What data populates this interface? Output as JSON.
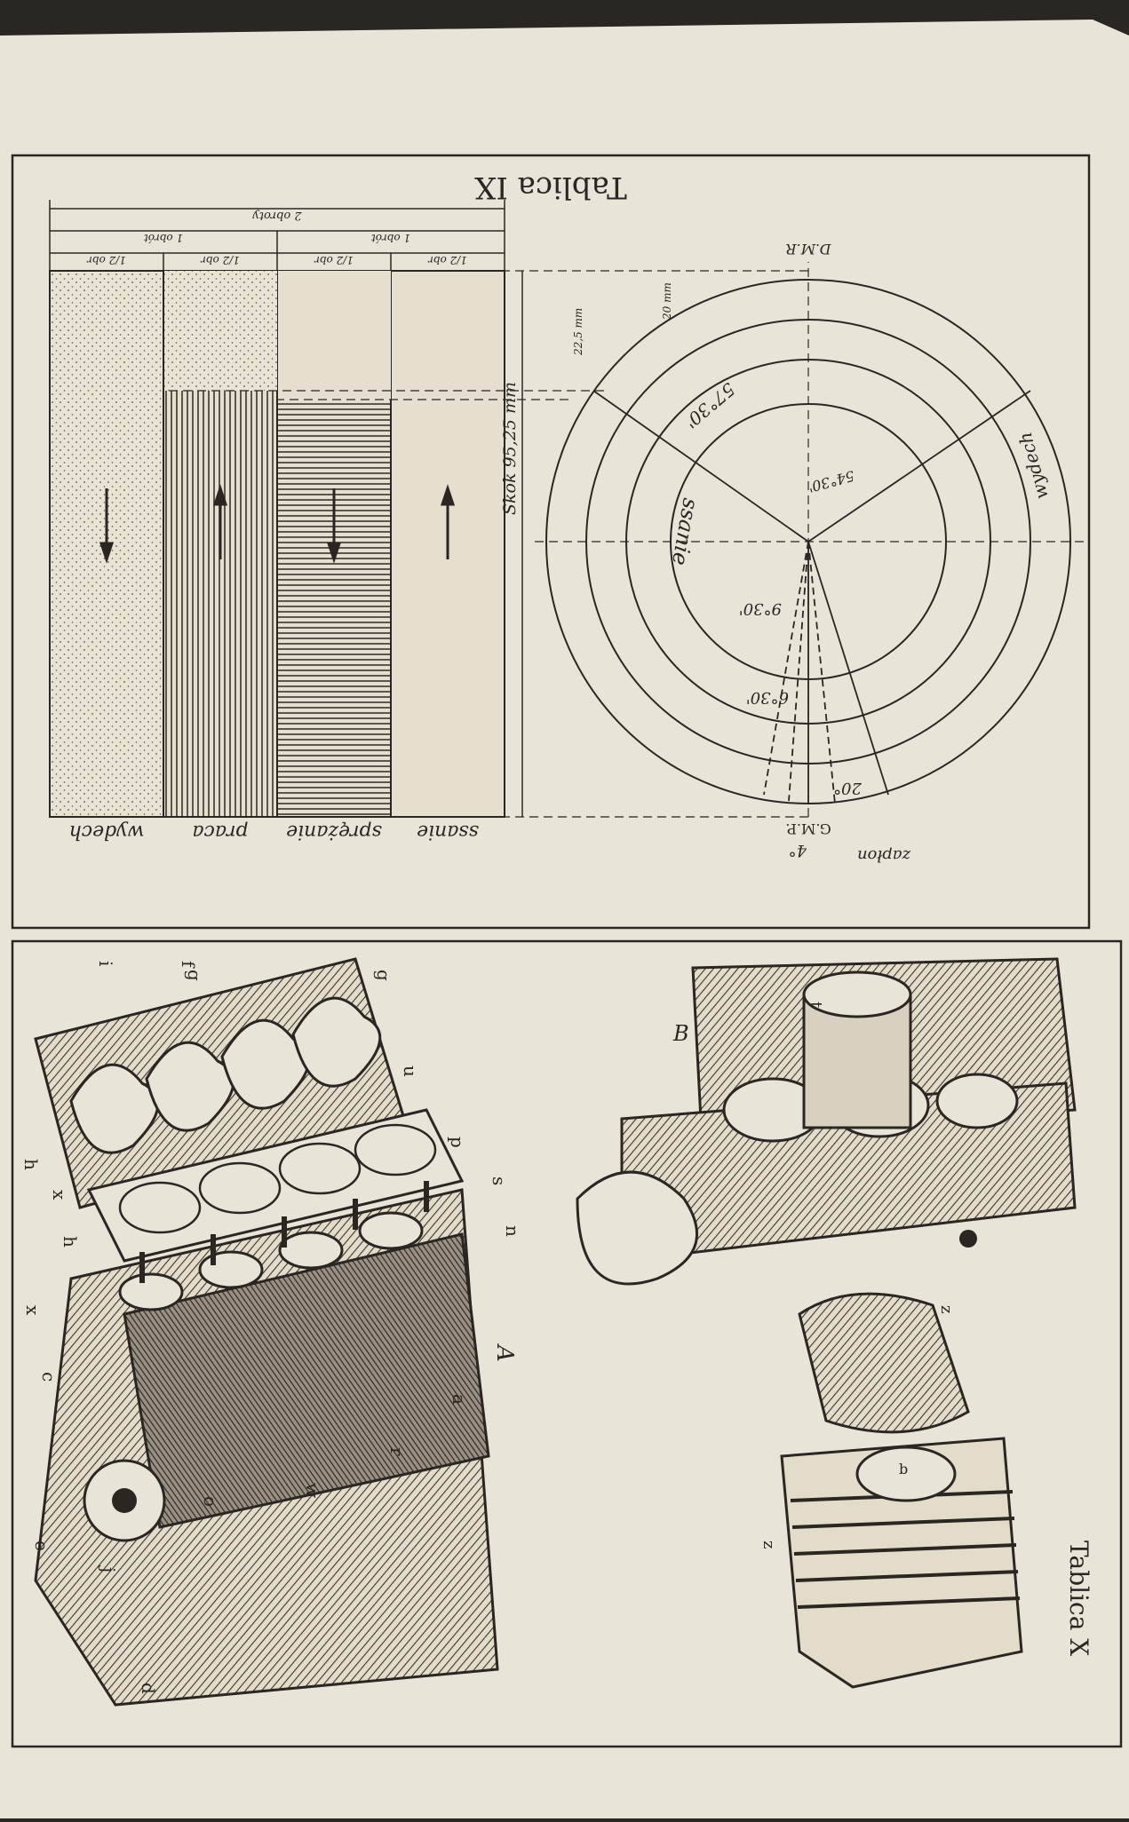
{
  "plate_top": {
    "title": "Tablica IX",
    "bars": {
      "labels": [
        "ssanie",
        "sprężanie",
        "praca",
        "wydech"
      ],
      "half_rev": "1/2 obr",
      "full_rev": "1 obrót",
      "two_rev": "2 obroty",
      "stroke": "Skok  95,25 mm",
      "dim_22": "22,5 mm",
      "dim_20": "20 mm"
    },
    "dial": {
      "dmr": "D.M.R",
      "gmp": "G.M.P.",
      "ssanie": "ssanie",
      "wydech": "wydech",
      "angle_57": "57°30'",
      "angle_54": "54°30'",
      "angle_9": "9°30'",
      "angle_6": "6°30'",
      "angle_20": "20°",
      "angle_4": "4°",
      "zaplon": "zapłon"
    }
  },
  "plate_bottom": {
    "title": "Tablica X",
    "fig_A": "A",
    "fig_B": "B",
    "letters_A": [
      "g",
      "f",
      "i",
      "h",
      "x",
      "u",
      "p",
      "s",
      "n",
      "h",
      "x",
      "c",
      "a",
      "r",
      "w",
      "o",
      "e",
      "j",
      "d"
    ],
    "letters_B": [
      "t"
    ],
    "letters_C": [
      "z",
      "z",
      "b"
    ]
  }
}
